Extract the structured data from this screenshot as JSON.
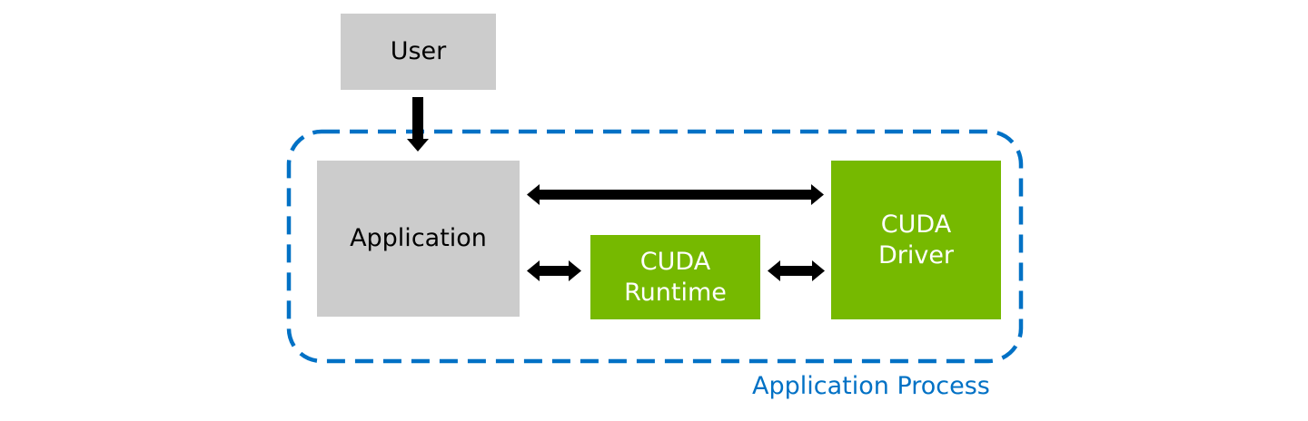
{
  "nodes": {
    "user": {
      "label": "User"
    },
    "application": {
      "label": "Application"
    },
    "cuda_runtime": {
      "label": "CUDA\nRuntime"
    },
    "cuda_driver": {
      "label": "CUDA\nDriver"
    }
  },
  "process": {
    "label": "Application Process"
  },
  "colors": {
    "gray_box": "#cccccc",
    "green_box": "#76b900",
    "process_border": "#0071c5",
    "arrow": "#000000"
  }
}
